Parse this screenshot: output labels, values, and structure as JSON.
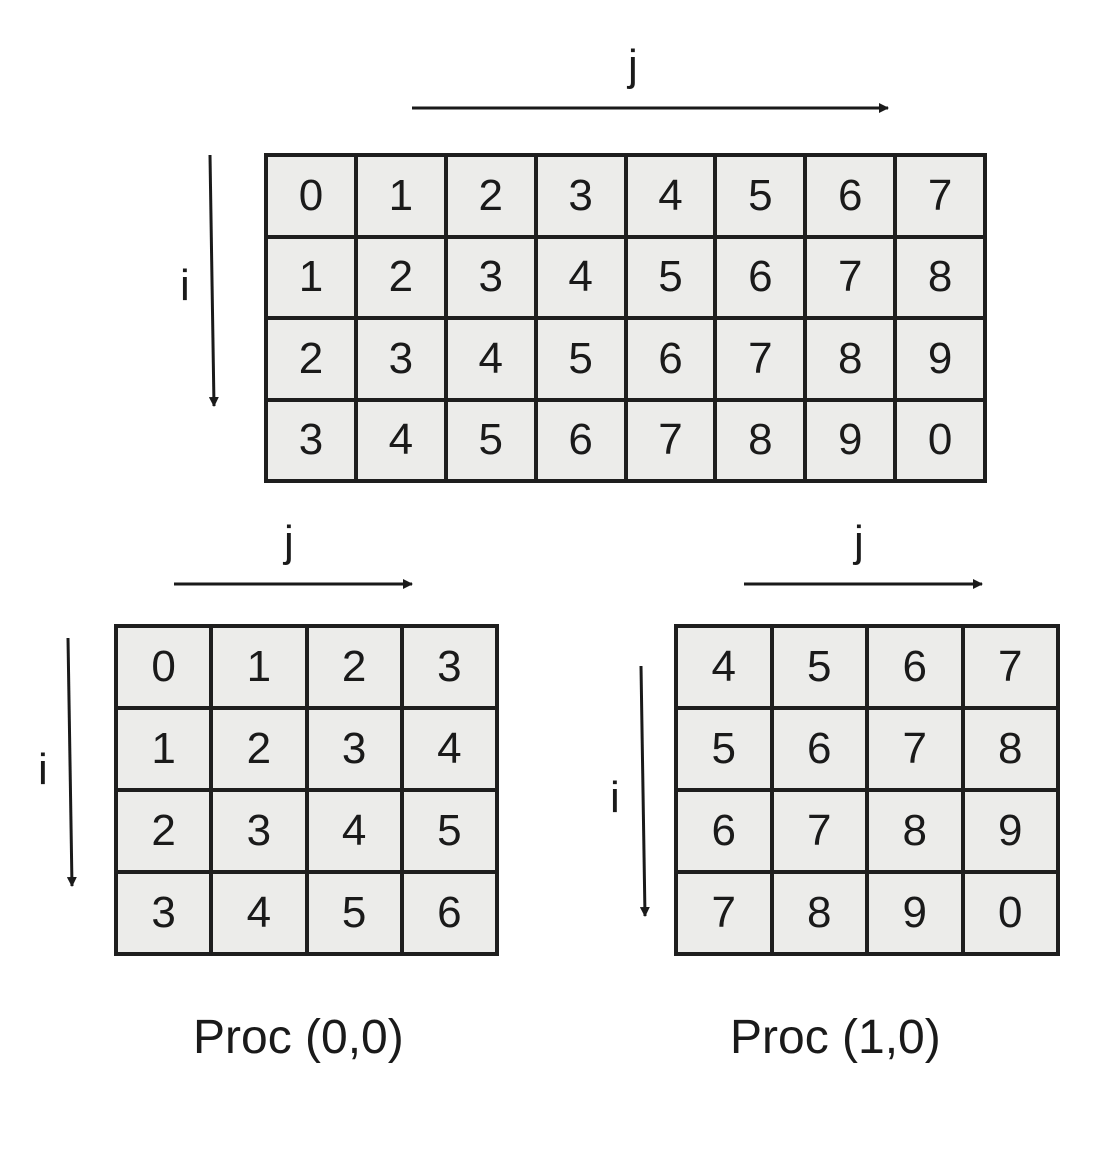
{
  "labels": {
    "j": "j",
    "i": "i"
  },
  "full_grid": {
    "rows": [
      [
        "0",
        "1",
        "2",
        "3",
        "4",
        "5",
        "6",
        "7"
      ],
      [
        "1",
        "2",
        "3",
        "4",
        "5",
        "6",
        "7",
        "8"
      ],
      [
        "2",
        "3",
        "4",
        "5",
        "6",
        "7",
        "8",
        "9"
      ],
      [
        "3",
        "4",
        "5",
        "6",
        "7",
        "8",
        "9",
        "0"
      ]
    ]
  },
  "proc_00": {
    "caption": "Proc (0,0)",
    "rows": [
      [
        "0",
        "1",
        "2",
        "3"
      ],
      [
        "1",
        "2",
        "3",
        "4"
      ],
      [
        "2",
        "3",
        "4",
        "5"
      ],
      [
        "3",
        "4",
        "5",
        "6"
      ]
    ]
  },
  "proc_10": {
    "caption": "Proc (1,0)",
    "rows": [
      [
        "4",
        "5",
        "6",
        "7"
      ],
      [
        "5",
        "6",
        "7",
        "8"
      ],
      [
        "6",
        "7",
        "8",
        "9"
      ],
      [
        "7",
        "8",
        "9",
        "0"
      ]
    ]
  }
}
